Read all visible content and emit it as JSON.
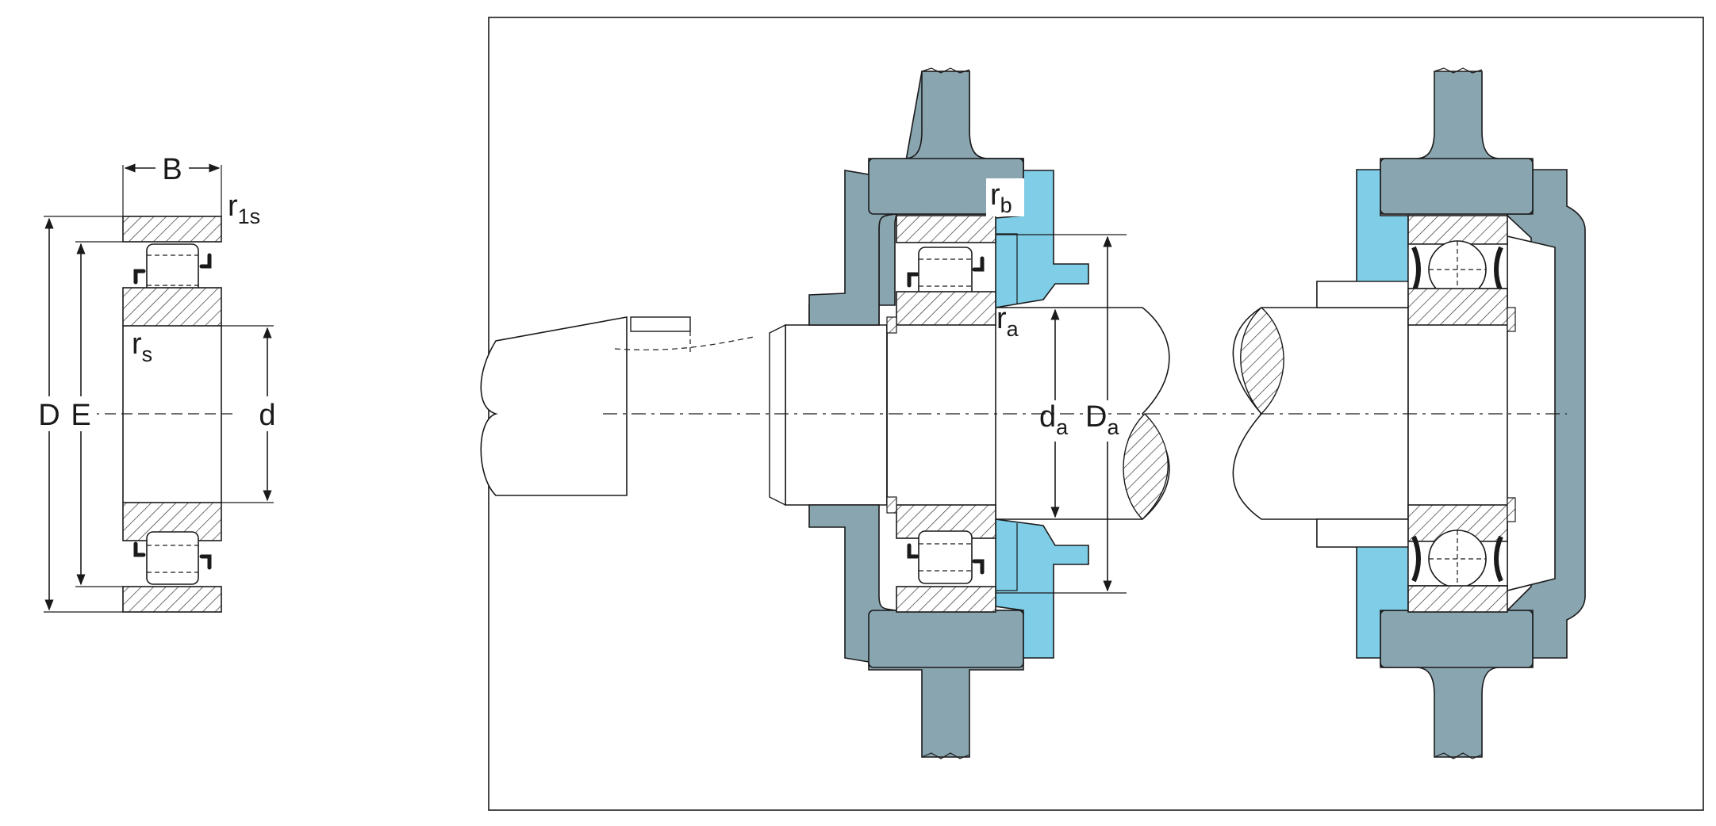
{
  "colors": {
    "housing": "#89a5b0",
    "cover": "#7fcde6",
    "outline": "#1a1a1a",
    "background": "#ffffff"
  },
  "left_figure": {
    "labels": {
      "B": "B",
      "r1s_main": "r",
      "r1s_sub": "1s",
      "rs_main": "r",
      "rs_sub": "s",
      "D": "D",
      "E": "E",
      "d": "d"
    }
  },
  "right_figure": {
    "labels": {
      "rb_main": "r",
      "rb_sub": "b",
      "ra_main": "r",
      "ra_sub": "a",
      "da_main": "d",
      "da_sub": "a",
      "Da_main": "D",
      "Da_sub": "a"
    }
  }
}
